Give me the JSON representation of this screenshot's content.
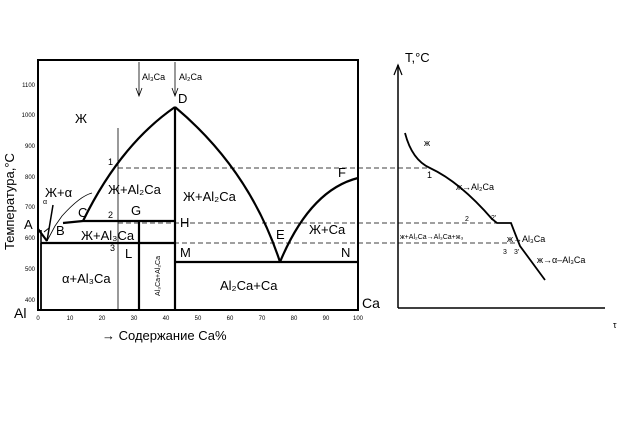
{
  "phase_diagram": {
    "y_axis_label": "Температура,°С",
    "x_axis_label": "→ Содержание Са%",
    "left_element": "Al",
    "right_element": "Ca",
    "y_ticks": [
      "1100",
      "1000",
      "900",
      "800",
      "700",
      "600",
      "500",
      "400"
    ],
    "x_ticks": [
      "0",
      "10",
      "20",
      "30",
      "40",
      "50",
      "60",
      "70",
      "80",
      "90",
      "100"
    ],
    "compound_markers": [
      "Al₃Ca",
      "Al₂Ca"
    ],
    "points": {
      "A": "A",
      "B": "B",
      "C": "C",
      "D": "D",
      "E": "E",
      "F": "F",
      "G": "G",
      "H": "H",
      "L": "L",
      "M": "M",
      "N": "N"
    },
    "alloy_marks": {
      "m1": "1",
      "m2": "2",
      "m3": "3"
    },
    "alpha_small": "α",
    "regions": {
      "liquid": "Ж",
      "l_alpha": "Ж+α",
      "l_al2ca_left": "Ж+Al₂Ca",
      "l_al2ca_right": "Ж+Al₂Ca",
      "l_al3ca": "Ж+Al₃Ca",
      "l_ca": "Ж+Ca",
      "alpha_al3ca": "α+Al₃Ca",
      "al3ca_al2ca": "Al₃Ca+Al₂Ca",
      "al2ca_ca": "Al₂Ca+Ca"
    }
  },
  "cooling_curve": {
    "y_axis_label": "T,°C",
    "x_axis_label": "τ",
    "stage_labels": {
      "liquid": "ж",
      "p1": "1",
      "s1": "ж→Al₂Ca",
      "p2": "2",
      "p2p": "2'",
      "s2": "ж+Al₂Ca→Al₃Ca+ж₃",
      "p3": "3",
      "p3p": "3'",
      "s3": "ж→Al₃Ca",
      "s4": "ж→α–Al₃Ca"
    }
  }
}
